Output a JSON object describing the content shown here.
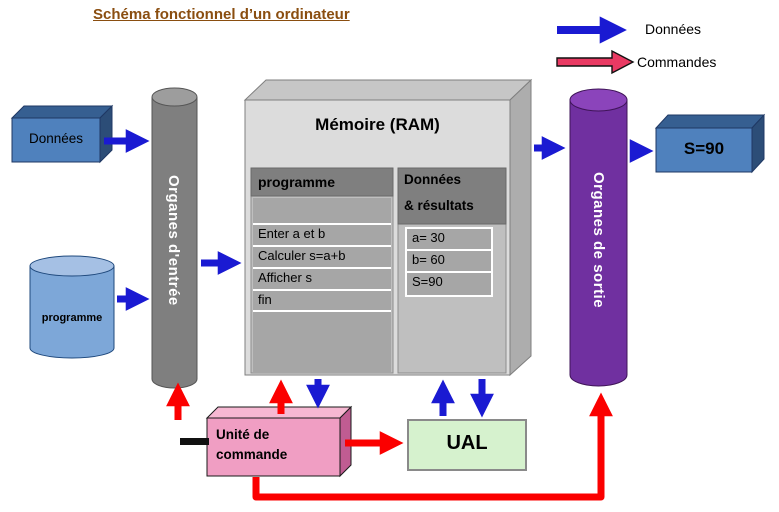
{
  "title": "Schéma fonctionnel d’un ordinateur",
  "legend": {
    "donnees": "Données",
    "commandes": "Commandes"
  },
  "boxes": {
    "donnees": "Données",
    "programme": "programme"
  },
  "organs": {
    "entree": "Organes d'entrée",
    "sortie": "Organes de sortie"
  },
  "ram": {
    "title": "Mémoire (RAM)",
    "programme_header": "programme",
    "program_rows": [
      "Enter a et b",
      "Calculer s=a+b",
      "Afficher s",
      "fin"
    ],
    "results_header_line1": "Données",
    "results_header_line2": "& résultats",
    "result_rows": [
      "a= 30",
      "b= 60",
      "S=90"
    ]
  },
  "units": {
    "uc": "Unité de commande",
    "ual": "UAL"
  },
  "output": {
    "s90": "S=90"
  },
  "colors": {
    "data_flow": "#1a1ad2",
    "command_flow": "#fb0000",
    "legend_command_fill": "#e93a63",
    "input_box": "#4f81bd",
    "entree_cylinder": "#7f7f7f",
    "sortie_cylinder": "#7030a0",
    "uc_box": "#f09ec3",
    "ual_box": "#d6f2ce",
    "ram_box": "#dcdcdc"
  }
}
